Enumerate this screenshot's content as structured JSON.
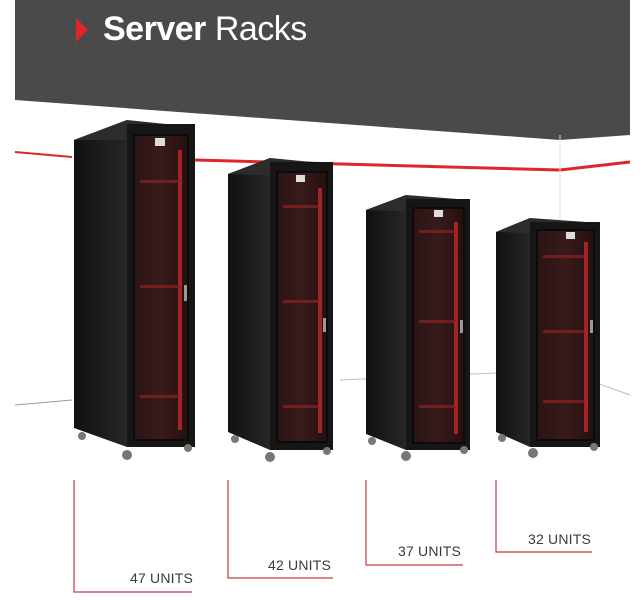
{
  "header": {
    "title_bold": "Server",
    "title_light": "Racks",
    "accent_color": "#e0262a",
    "background_color": "#4a4a4a"
  },
  "racks": [
    {
      "label": "47 UNITS",
      "units": 47
    },
    {
      "label": "42 UNITS",
      "units": 42
    },
    {
      "label": "37 UNITS",
      "units": 37
    },
    {
      "label": "32 UNITS",
      "units": 32
    }
  ],
  "colors": {
    "cabinet": "#1b1b1b",
    "glass_glow": "#b8282a",
    "guide_line": "#c73a40"
  }
}
